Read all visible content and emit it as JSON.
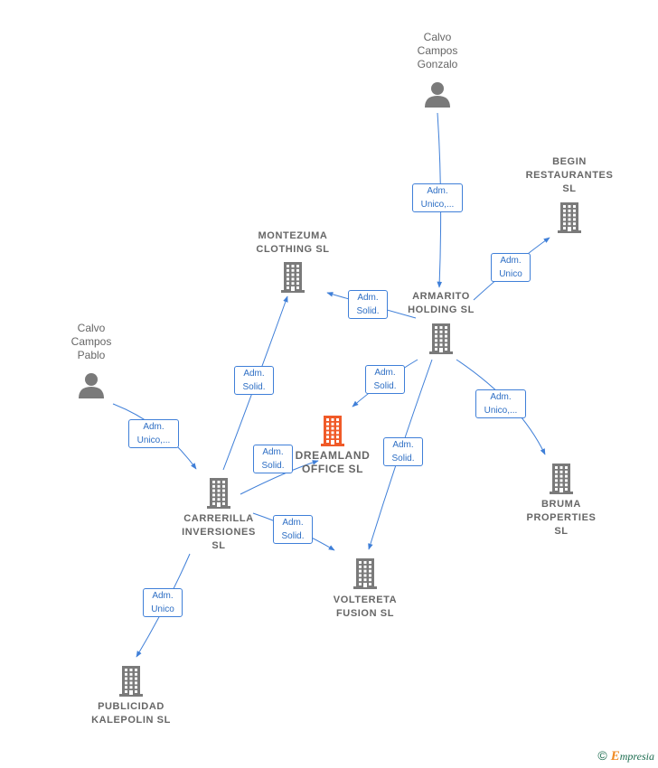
{
  "colors": {
    "edge": "#3f7fd8",
    "node": "#7a7a7a",
    "focus": "#f05a28"
  },
  "nodes": [
    {
      "id": "calvo-gonzalo",
      "type": "person",
      "label": "Calvo\nCampos\nGonzalo"
    },
    {
      "id": "begin",
      "type": "company",
      "label": "BEGIN\nRESTAURANTES\nSL"
    },
    {
      "id": "montezuma",
      "type": "company",
      "label": "MONTEZUMA\nCLOTHING SL"
    },
    {
      "id": "armarito",
      "type": "company",
      "label": "ARMARITO\nHOLDING SL"
    },
    {
      "id": "calvo-pablo",
      "type": "person",
      "label": "Calvo\nCampos\nPablo"
    },
    {
      "id": "dreamland",
      "type": "focus",
      "label": "DREAMLAND\nOFFICE SL"
    },
    {
      "id": "carrerilla",
      "type": "company",
      "label": "CARRERILLA\nINVERSIONES\nSL"
    },
    {
      "id": "bruma",
      "type": "company",
      "label": "BRUMA\nPROPERTIES\nSL"
    },
    {
      "id": "voltereta",
      "type": "company",
      "label": "VOLTERETA\nFUSION SL"
    },
    {
      "id": "publicidad",
      "type": "company",
      "label": "PUBLICIDAD\nKALEPOLIN SL"
    }
  ],
  "edges": [
    {
      "from": "calvo-gonzalo",
      "to": "armarito",
      "label": [
        "Adm.",
        "Unico,..."
      ]
    },
    {
      "from": "armarito",
      "to": "begin",
      "label": [
        "Adm.",
        "Unico"
      ]
    },
    {
      "from": "armarito",
      "to": "montezuma",
      "label": [
        "Adm.",
        "Solid."
      ]
    },
    {
      "from": "armarito",
      "to": "dreamland",
      "label": [
        "Adm.",
        "Solid."
      ]
    },
    {
      "from": "armarito",
      "to": "bruma",
      "label": [
        "Adm.",
        "Unico,..."
      ]
    },
    {
      "from": "armarito",
      "to": "voltereta",
      "label": [
        "Adm.",
        "Solid."
      ]
    },
    {
      "from": "calvo-pablo",
      "to": "carrerilla",
      "label": [
        "Adm.",
        "Unico,..."
      ]
    },
    {
      "from": "carrerilla",
      "to": "montezuma",
      "label": [
        "Adm.",
        "Solid."
      ]
    },
    {
      "from": "carrerilla",
      "to": "dreamland",
      "label": [
        "Adm.",
        "Solid."
      ]
    },
    {
      "from": "carrerilla",
      "to": "voltereta",
      "label": [
        "Adm.",
        "Solid."
      ]
    },
    {
      "from": "carrerilla",
      "to": "publicidad",
      "label": [
        "Adm.",
        "Unico"
      ]
    }
  ],
  "brand": {
    "copyright": "©",
    "initial": "E",
    "rest": "mpresia"
  }
}
